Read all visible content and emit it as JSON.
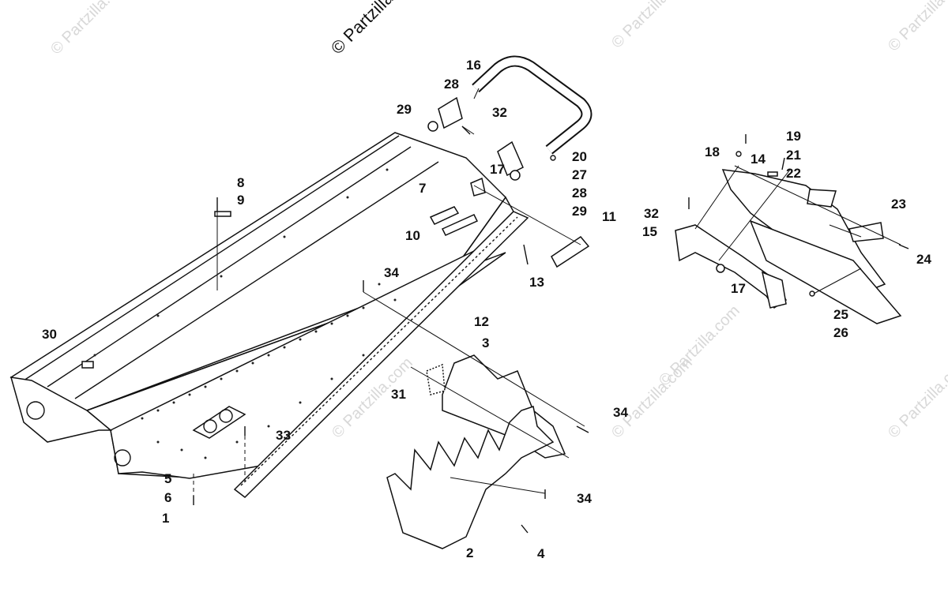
{
  "watermarks": {
    "main": "© Partzilla.com",
    "faint": "© Partzilla.com"
  },
  "part_labels": [
    "1",
    "2",
    "3",
    "4",
    "5",
    "6",
    "7",
    "8",
    "9",
    "10",
    "11",
    "12",
    "13",
    "14",
    "15",
    "16",
    "17",
    "17",
    "18",
    "19",
    "20",
    "21",
    "22",
    "23",
    "24",
    "25",
    "26",
    "27",
    "28",
    "28",
    "29",
    "29",
    "30",
    "31",
    "32",
    "32",
    "33",
    "34",
    "34",
    "34"
  ],
  "colors": {
    "ink": "#111111",
    "watermark": "#d8d8d8",
    "background": "#ffffff"
  }
}
